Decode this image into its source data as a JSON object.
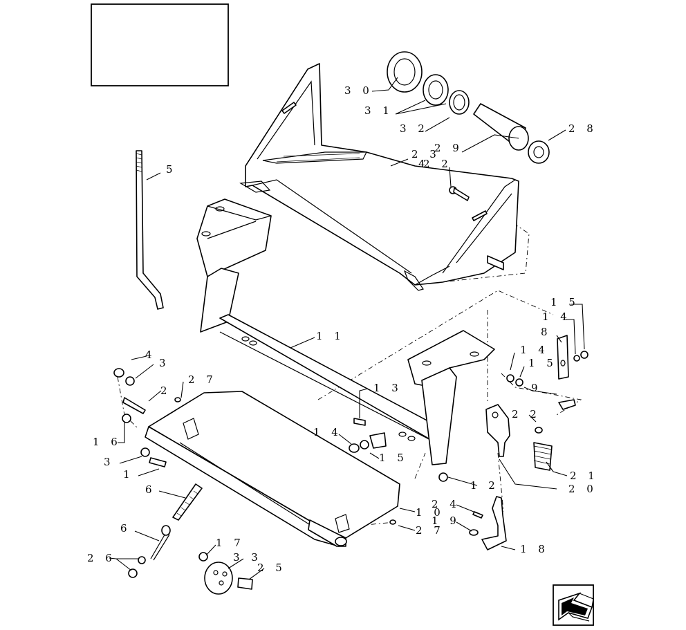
{
  "diagram": {
    "callouts": [
      {
        "id": "30",
        "text": "3 0"
      },
      {
        "id": "31",
        "text": "3 1"
      },
      {
        "id": "32",
        "text": "3 2"
      },
      {
        "id": "28",
        "text": "2 8"
      },
      {
        "id": "29",
        "text": "2 9"
      },
      {
        "id": "23",
        "text": "2 3"
      },
      {
        "id": "4b",
        "text": "4"
      },
      {
        "id": "22a",
        "text": "2 2"
      },
      {
        "id": "5",
        "text": "5"
      },
      {
        "id": "11",
        "text": "1 1"
      },
      {
        "id": "15a",
        "text": "1 5"
      },
      {
        "id": "14a",
        "text": "1 4"
      },
      {
        "id": "8",
        "text": "8"
      },
      {
        "id": "14b",
        "text": "1 4"
      },
      {
        "id": "15b",
        "text": "1 5"
      },
      {
        "id": "9",
        "text": "9"
      },
      {
        "id": "4a",
        "text": "4"
      },
      {
        "id": "3a",
        "text": "3"
      },
      {
        "id": "27a",
        "text": "2 7"
      },
      {
        "id": "2",
        "text": "2"
      },
      {
        "id": "13",
        "text": "1 3"
      },
      {
        "id": "16",
        "text": "1 6"
      },
      {
        "id": "14c",
        "text": "1 4"
      },
      {
        "id": "22b",
        "text": "2 2"
      },
      {
        "id": "15c",
        "text": "1 5"
      },
      {
        "id": "3b",
        "text": "3"
      },
      {
        "id": "1",
        "text": "1"
      },
      {
        "id": "21",
        "text": "2 1"
      },
      {
        "id": "12",
        "text": "1 2"
      },
      {
        "id": "20",
        "text": "2 0"
      },
      {
        "id": "6a",
        "text": "6"
      },
      {
        "id": "10",
        "text": "1 0"
      },
      {
        "id": "24",
        "text": "2 4"
      },
      {
        "id": "6b",
        "text": "6"
      },
      {
        "id": "19",
        "text": "1 9"
      },
      {
        "id": "27b",
        "text": "2 7"
      },
      {
        "id": "18",
        "text": "1 8"
      },
      {
        "id": "17",
        "text": "1 7"
      },
      {
        "id": "26",
        "text": "2 6"
      },
      {
        "id": "33",
        "text": "3 3"
      },
      {
        "id": "25",
        "text": "2 5"
      }
    ],
    "nav_icon": "next-page-arrow-icon"
  }
}
